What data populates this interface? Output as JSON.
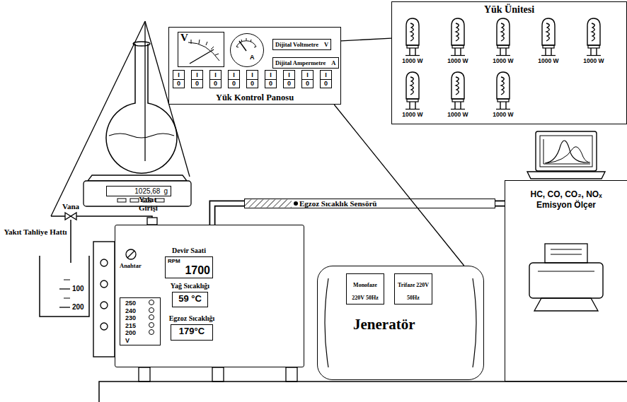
{
  "diagram": {
    "nodes": [
      {
        "text": [
          "Yük Kontrol Panosu"
        ]
      },
      {
        "text": [
          "V"
        ],
        "in": 0
      },
      {
        "text": [
          "A"
        ],
        "in": 0
      },
      {
        "text": [
          "Dijital Voltmetre",
          "V"
        ],
        "in": 0
      },
      {
        "text": [
          "Dijital Ampermetre",
          "A"
        ],
        "in": 0
      },
      {
        "text": [
          "I",
          "0"
        ],
        "in": 0
      },
      {
        "text": [
          "I",
          "0"
        ],
        "in": 0
      },
      {
        "text": [
          "I",
          "0"
        ],
        "in": 0
      },
      {
        "text": [
          "I",
          "0"
        ],
        "in": 0
      },
      {
        "text": [
          "I",
          "0"
        ],
        "in": 0
      },
      {
        "text": [
          "I",
          "0"
        ],
        "in": 0
      },
      {
        "text": [
          "I",
          "0"
        ],
        "in": 0
      },
      {
        "text": [
          "I",
          "0"
        ],
        "in": 0
      },
      {
        "text": [
          "I",
          "0"
        ],
        "in": 0
      },
      {
        "text": [
          "Yük Ünitesi"
        ]
      },
      {
        "text": [
          "1025,68",
          "g"
        ]
      },
      {
        "text": [
          "Anahtar"
        ]
      },
      {
        "text": [
          "Devir Saati",
          "RPM",
          "1700"
        ],
        "in": 16
      },
      {
        "text": [
          "Yağ Sıcaklığı",
          "59 °C"
        ],
        "in": 16
      },
      {
        "text": [
          "Egzoz Sıcaklığı",
          "179°C"
        ],
        "in": 16
      },
      {
        "text": [
          "250",
          "240",
          "230",
          "215",
          "200",
          "V"
        ],
        "in": 16
      },
      {
        "text": [
          "Egzoz Sıcaklık Sensörü"
        ]
      },
      {
        "text": [
          "Jeneratör"
        ]
      },
      {
        "text": [
          "Monofaze 220V 50Hz"
        ],
        "in": 22
      },
      {
        "text": [
          "Trifaze 220V 50Hz"
        ],
        "in": 22
      },
      {
        "text": [
          "HC, CO, CO₂, NOₓ Emisyon Ölçer"
        ]
      }
    ],
    "edges": [
      {
        "from": 0,
        "to": 14,
        "arrow": "none"
      },
      {
        "from": 0,
        "to": 22,
        "arrow": "none"
      },
      {
        "from": 16,
        "to": 21,
        "arrow": "none"
      },
      {
        "from": 21,
        "to": 25,
        "arrow": "none"
      }
    ],
    "labels": [
      "1000 W",
      "1000 W",
      "1000 W",
      "1000 W",
      "1000 W",
      "1000 W",
      "1000 W",
      "1000 W",
      "Vana",
      "Yakıt Girişi",
      "Yakıt Tahliye Hattı",
      "100",
      "200"
    ]
  }
}
